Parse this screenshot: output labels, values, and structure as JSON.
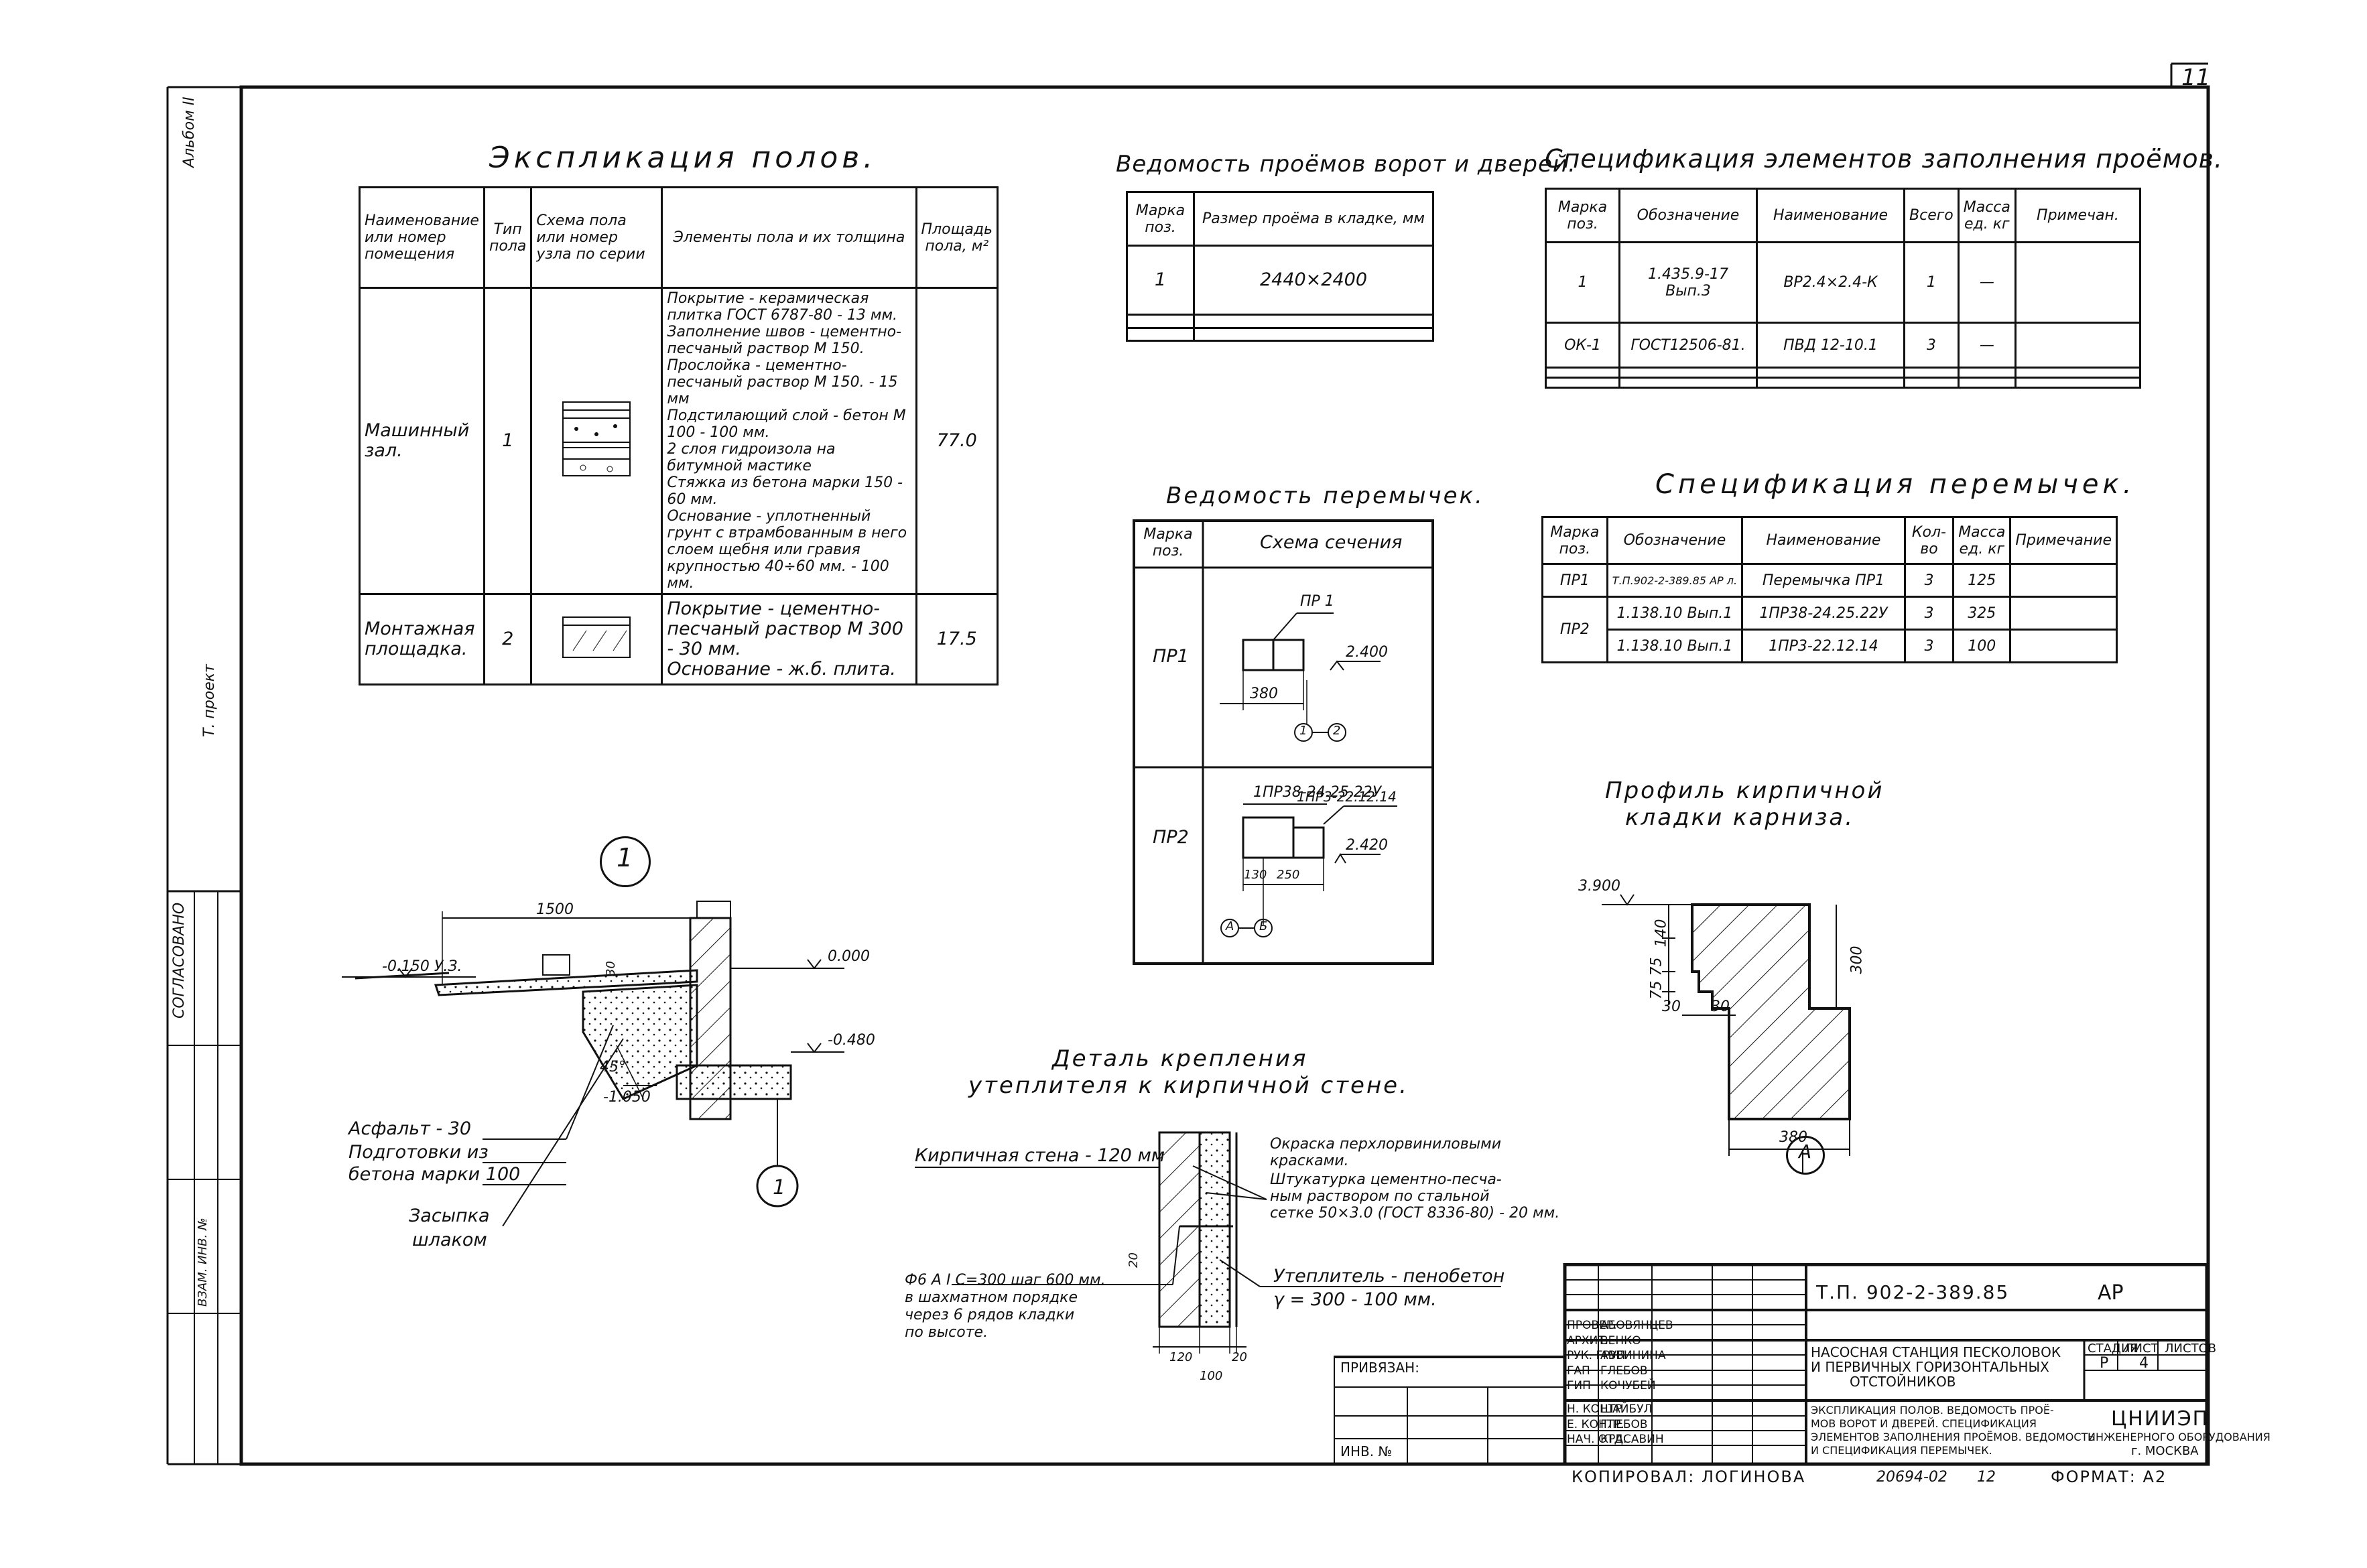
{
  "sheet_number": "11",
  "side_texts": [
    "Альбом II",
    "Т. проект",
    "СОГЛАСОВАНО",
    "ВЗАМ. ИНВ. №"
  ],
  "floors": {
    "title": "Экспликация полов.",
    "headers": [
      "Наименование или номер помещения",
      "Тип пола",
      "Схема пола или номер узла по серии",
      "Элементы пола и их толщина",
      "Площадь пола, м²"
    ],
    "rows": [
      {
        "room": "Машинный зал.",
        "type": "1",
        "elements": [
          "Покрытие - керамическая плитка ГОСТ 6787-80 - 13 мм.",
          "Заполнение швов - цементно-песчаный раствор М 150.",
          "Прослойка - цементно-песчаный раствор М 150. - 15 мм",
          "Подстилающий слой - бетон М 100 - 100 мм.",
          "2 слоя гидроизола на битумной мастике",
          "Стяжка из бетона марки 150 - 60 мм.",
          "Основание - уплотненный грунт с втрамбованным в него слоем щебня или гравия крупностью 40÷60 мм. - 100 мм."
        ],
        "area": "77.0"
      },
      {
        "room": "Монтажная площадка.",
        "type": "2",
        "elements": [
          "Покрытие - цементно-песчаный раствор М 300 - 30 мм.",
          "Основание - ж.б. плита."
        ],
        "area": "17.5"
      }
    ]
  },
  "openings": {
    "title": "Ведомость проёмов ворот и дверей.",
    "headers": [
      "Марка поз.",
      "Размер проёма в кладке, мм"
    ],
    "rows": [
      [
        "1",
        "2440×2400"
      ],
      [
        "",
        ""
      ],
      [
        "",
        ""
      ]
    ]
  },
  "spec_fill": {
    "title": "Спецификация элементов заполнения проёмов.",
    "headers": [
      "Марка поз.",
      "Обозначение",
      "Наименование",
      "Всего",
      "Масса ед. кг",
      "Примечан."
    ],
    "rows": [
      [
        "1",
        "1.435.9-17 Вып.3",
        "ВР2.4×2.4-К",
        "1",
        "—",
        ""
      ],
      [
        "ОК-1",
        "ГОСТ12506-81.",
        "ПВД 12-10.1",
        "3",
        "—",
        ""
      ],
      [
        "",
        "",
        "",
        "",
        "",
        ""
      ],
      [
        "",
        "",
        "",
        "",
        "",
        ""
      ]
    ]
  },
  "lintels": {
    "title": "Ведомость перемычек.",
    "headers": [
      "Марка поз.",
      "Схема сечения"
    ],
    "pr1": {
      "mark": "ПР1",
      "tag": "ПР 1",
      "dim": "380",
      "level": "2.400",
      "axes": [
        "1",
        "2"
      ]
    },
    "pr2": {
      "mark": "ПР2",
      "tag1": "1ПР38-24.25.22У",
      "tag2": "1ПР3-22.12.14",
      "dim1": "130",
      "dim2": "250",
      "level": "2.420",
      "axes": [
        "А",
        "Б"
      ]
    }
  },
  "spec_lintels": {
    "title": "Спецификация перемычек.",
    "headers": [
      "Марка поз.",
      "Обозначение",
      "Наименование",
      "Кол-во",
      "Масса ед. кг",
      "Примечание"
    ],
    "rows": [
      [
        "ПР1",
        "Т.П.902-2-389.85 АР л.",
        "Перемычка ПР1",
        "3",
        "125",
        ""
      ],
      [
        "ПР2",
        "1.138.10 Вып.1",
        "1ПР38-24.25.22У",
        "3",
        "325",
        ""
      ],
      [
        "",
        "1.138.10 Вып.1",
        "1ПР3-22.12.14",
        "3",
        "100",
        ""
      ]
    ]
  },
  "cornice": {
    "title1": "Профиль кирпичной",
    "title2": "кладки карниза.",
    "level": "3.900",
    "dims": [
      "140",
      "75",
      "75",
      "30",
      "30",
      "300",
      "380"
    ],
    "axis": "А"
  },
  "node1": {
    "marker": "1",
    "dim": "1500",
    "lvl1": "-0.150 У.З.",
    "lvl2": "0.000",
    "lvl3": "-0.480",
    "lvl4": "-1.050",
    "angle": "45°",
    "small": "30",
    "notes": [
      "Асфальт - 30",
      "Подготовки из",
      "бетона марки 100"
    ],
    "fill": [
      "Засыпка",
      "шлаком"
    ],
    "axis": "1"
  },
  "insulation": {
    "title1": "Деталь крепления",
    "title2": "утеплителя к кирпичной стене.",
    "wall": "Кирпичная стена - 120 мм",
    "paint": [
      "Окраска перхлорвиниловыми",
      "красками."
    ],
    "plaster": [
      "Штукатурка цементно-песча-",
      "ным раствором по стальной",
      "сетке 50×3.0 (ГОСТ 8336-80) - 20 мм."
    ],
    "insul": [
      "Утеплитель - пенобетон",
      "γ = 300 - 100 мм."
    ],
    "anchor": [
      "Ф6 А I С=300 шаг 600 мм.",
      "в шахматном порядке",
      "через 6 рядов кладки",
      "по высоте."
    ],
    "dims": [
      "120",
      "20",
      "100",
      "20",
      "20"
    ]
  },
  "stamp": {
    "code": "Т.П. 902-2-389.85",
    "mark": "АР",
    "binding": "ПРИВЯЗАН:",
    "inv": "ИНВ. №",
    "roles": [
      "ПРОВЕР.",
      "АРХИТ.",
      "РУК. ГРУП",
      "ГАП",
      "ГИП",
      "Н. КОНТР",
      "Е. КОНТР.",
      "НАЧ. ОТД."
    ],
    "names": [
      "АБОВЯНЦЕВ",
      "ВЕНКО",
      "АВВИНИНА",
      "ГЛЕБОВ",
      "КОЧУБЕЙ",
      "ШАЙБУЛ",
      "ГЛЕБОВ",
      "КРАСАВИН"
    ],
    "object": [
      "НАСОСНАЯ СТАНЦИЯ ПЕСКОЛОВОК",
      "И ПЕРВИЧНЫХ ГОРИЗОНТАЛЬНЫХ",
      "ОТСТОЙНИКОВ"
    ],
    "sheet_name": [
      "ЭКСПЛИКАЦИЯ ПОЛОВ. ВЕДОМОСТЬ ПРОЁ-",
      "МОВ ВОРОТ И ДВЕРЕЙ. СПЕЦИФИКАЦИЯ",
      "ЭЛЕМЕНТОВ ЗАПОЛНЕНИЯ ПРОЁМОВ. ВЕДОМОСТЬ",
      "И СПЕЦИФИКАЦИЯ ПЕРЕМЫЧЕК."
    ],
    "stage_hdr": [
      "СТАДИЯ",
      "ЛИСТ",
      "ЛИСТОВ"
    ],
    "stage": "Р",
    "sheet": "4",
    "org1": "ЦНИИЭП",
    "org2": "ИНЖЕНЕРНОГО ОБОРУДОВАНИЯ",
    "org3": "г. МОСКВА",
    "copied": "КОПИРОВАЛ: ЛОГИНОВА",
    "order": "20694-02",
    "page": "12",
    "format": "ФОРМАТ: А2"
  }
}
